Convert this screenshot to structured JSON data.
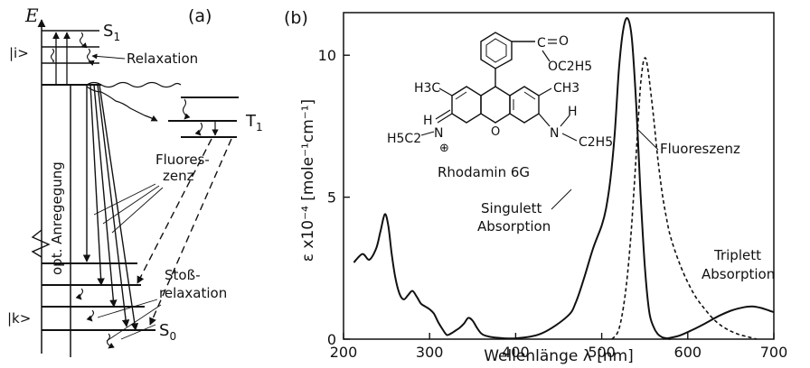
{
  "panel_a": {
    "label": "(a)",
    "energy_label": "E",
    "state_s1": "S",
    "state_s1_sub": "1",
    "state_t1": "T",
    "state_t1_sub": "1",
    "state_s0": "S",
    "state_s0_sub": "0",
    "ket_i": "|i>",
    "ket_k": "|k>",
    "relaxation": "Relaxation",
    "excitation": "opt. Anregegung",
    "fluorescence_line1": "Fluores-",
    "fluorescence_line2": "zenz",
    "collision_line1": "Stoß-",
    "collision_line2": "relaxation"
  },
  "panel_b": {
    "label": "(b)",
    "molecule_name": "Rhodamin 6G",
    "molecule": {
      "h3c_left": "H3C",
      "ch3_right": "CH3",
      "ester": "C",
      "ester_o": "O",
      "ester_oc2h5": "OC2H5",
      "nh_left_h": "H",
      "nh_left_n": "N",
      "nh_left_plus": "⊕",
      "ethyl_left": "H5C2",
      "ring_o": "O",
      "nh_right_n": "N",
      "nh_right_h": "H",
      "ethyl_right": "C2H5"
    },
    "annot_singulett_1": "Singulett",
    "annot_singulett_2": "Absorption",
    "annot_fluoreszenz": "Fluoreszenz",
    "annot_triplett_1": "Triplett",
    "annot_triplett_2": "Absorption"
  },
  "chart_data": {
    "type": "line",
    "xlabel": "Wellenlänge λ [nm]",
    "ylabel": "ε x10⁻⁴ [mole⁻¹cm⁻¹]",
    "xlim": [
      200,
      700
    ],
    "ylim": [
      0,
      11.5
    ],
    "x_ticks": [
      200,
      300,
      400,
      500,
      600,
      700
    ],
    "y_ticks": [
      0,
      5,
      10
    ],
    "grid": false,
    "series": [
      {
        "name": "Singulett Absorption",
        "style": "solid",
        "x": [
          212,
          222,
          230,
          238,
          243,
          248,
          252,
          256,
          260,
          265,
          270,
          275,
          280,
          285,
          290,
          295,
          300,
          305,
          310,
          315,
          320,
          325,
          330,
          335,
          340,
          345,
          350,
          355,
          360,
          365,
          375,
          400,
          430,
          460,
          470,
          480,
          490,
          500,
          505,
          510,
          515,
          520,
          525,
          530,
          535,
          540,
          545,
          550,
          555,
          560,
          565,
          570,
          575,
          580
        ],
        "y": [
          2.7,
          3.0,
          2.8,
          3.2,
          3.8,
          4.4,
          4.0,
          3.0,
          2.2,
          1.6,
          1.4,
          1.55,
          1.7,
          1.5,
          1.25,
          1.15,
          1.05,
          0.9,
          0.6,
          0.35,
          0.15,
          0.2,
          0.3,
          0.4,
          0.55,
          0.75,
          0.65,
          0.4,
          0.2,
          0.12,
          0.06,
          0.03,
          0.2,
          0.8,
          1.3,
          2.2,
          3.2,
          4.0,
          4.6,
          5.6,
          7.2,
          9.5,
          10.9,
          11.3,
          10.6,
          8.3,
          5.2,
          2.6,
          1.0,
          0.45,
          0.18,
          0.07,
          0.03,
          0.0
        ]
      },
      {
        "name": "Fluoreszenz",
        "style": "dashed",
        "x": [
          512,
          520,
          527,
          533,
          538,
          542,
          545,
          548,
          550,
          552,
          555,
          560,
          565,
          570,
          575,
          580,
          590,
          600,
          610,
          620,
          630,
          640,
          650,
          660,
          670,
          680
        ],
        "y": [
          0.0,
          0.35,
          1.5,
          3.3,
          5.5,
          7.5,
          8.9,
          9.7,
          9.9,
          9.8,
          9.2,
          7.9,
          6.4,
          5.2,
          4.3,
          3.6,
          2.7,
          2.0,
          1.45,
          1.05,
          0.7,
          0.45,
          0.28,
          0.16,
          0.08,
          0.0
        ]
      },
      {
        "name": "Triplett Absorption",
        "style": "solid",
        "x": [
          575,
          590,
          605,
          620,
          635,
          650,
          665,
          675,
          685,
          695,
          700
        ],
        "y": [
          0.02,
          0.12,
          0.32,
          0.55,
          0.8,
          1.0,
          1.12,
          1.15,
          1.1,
          1.0,
          0.95
        ]
      }
    ]
  }
}
